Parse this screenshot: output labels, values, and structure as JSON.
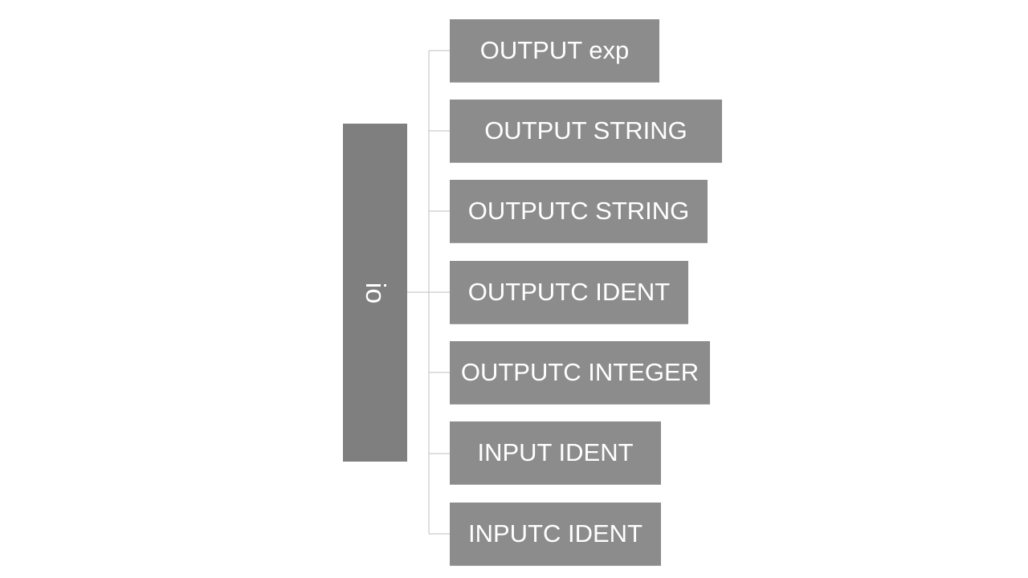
{
  "diagram": {
    "root": {
      "label": "io"
    },
    "children": [
      {
        "label": "OUTPUT exp"
      },
      {
        "label": "OUTPUT STRING"
      },
      {
        "label": "OUTPUTC STRING"
      },
      {
        "label": "OUTPUTC IDENT"
      },
      {
        "label": "OUTPUTC INTEGER"
      },
      {
        "label": "INPUT IDENT"
      },
      {
        "label": "INPUTC IDENT"
      }
    ],
    "colors": {
      "root_fill": "#7f7f7f",
      "child_fill": "#8c8c8c",
      "connector": "#bfbfbf",
      "text": "#ffffff"
    }
  }
}
